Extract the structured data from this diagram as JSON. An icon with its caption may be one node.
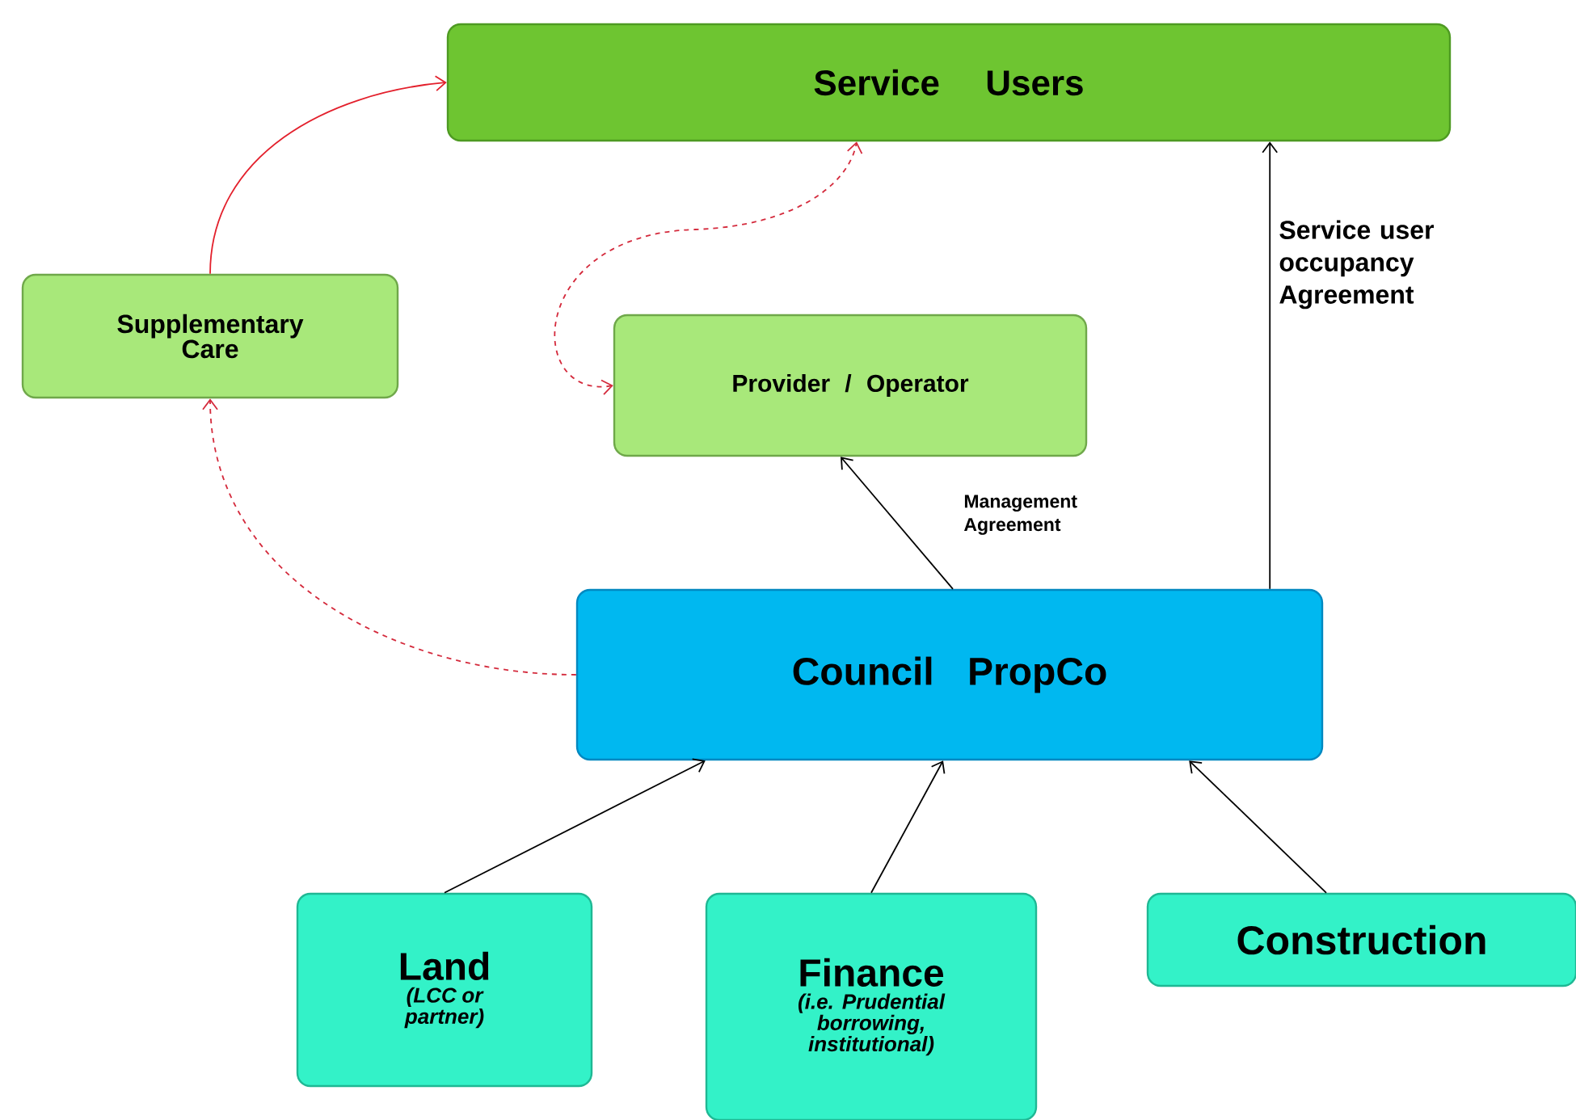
{
  "diagram": {
    "nodes": [
      {
        "text": [
          "Service Users"
        ]
      },
      {
        "text": [
          "Supplementary Care"
        ]
      },
      {
        "text": [
          "Provider / Operator"
        ]
      },
      {
        "text": [
          "Council PropCo"
        ]
      },
      {
        "text": [
          "Land",
          "(LCC or partner)"
        ]
      },
      {
        "text": [
          "Finance",
          "(i.e. Prudential borrowing, institutional)"
        ]
      },
      {
        "text": [
          "Construction"
        ]
      }
    ],
    "edges": [
      {
        "from": 1,
        "to": 0,
        "arrow": "to",
        "color": "#e3202c"
      },
      {
        "from": 2,
        "to": 0,
        "arrow": "both",
        "style": "dashed",
        "color": "#d42a3c"
      },
      {
        "from": 3,
        "to": 1,
        "arrow": "to",
        "style": "dashed",
        "color": "#d42a3c"
      },
      {
        "from": 3,
        "to": 2,
        "arrow": "to",
        "label": "Management Agreement"
      },
      {
        "from": 3,
        "to": 0,
        "arrow": "to",
        "label": "Service user occupancy Agreement"
      },
      {
        "from": 4,
        "to": 3,
        "arrow": "to"
      },
      {
        "from": 5,
        "to": 3,
        "arrow": "to"
      },
      {
        "from": 6,
        "to": 3,
        "arrow": "to"
      }
    ]
  }
}
